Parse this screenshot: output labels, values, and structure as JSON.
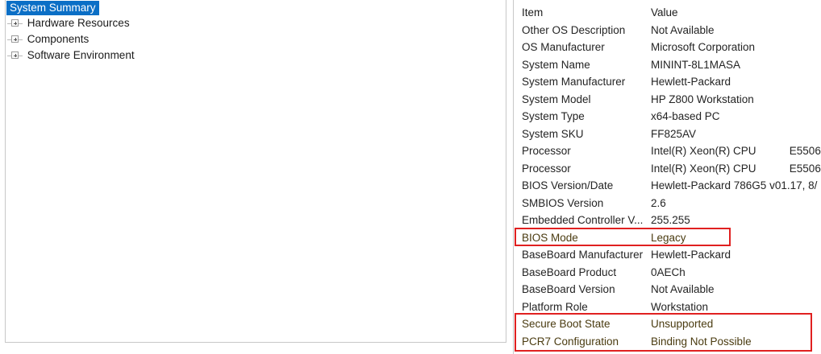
{
  "tree": {
    "root": {
      "label": "System Summary",
      "selected": true
    },
    "items": [
      {
        "label": "Hardware Resources",
        "expander": "plus-icon"
      },
      {
        "label": "Components",
        "expander": "plus-icon"
      },
      {
        "label": "Software Environment",
        "expander": "plus-icon"
      }
    ]
  },
  "details": {
    "columns": {
      "item": "Item",
      "value": "Value"
    },
    "rows": [
      {
        "item": "Other OS Description",
        "value": "Not Available"
      },
      {
        "item": "OS Manufacturer",
        "value": "Microsoft Corporation"
      },
      {
        "item": "System Name",
        "value": "MININT-8L1MASA"
      },
      {
        "item": "System Manufacturer",
        "value": "Hewlett-Packard"
      },
      {
        "item": "System Model",
        "value": "HP Z800 Workstation"
      },
      {
        "item": "System Type",
        "value": "x64-based PC"
      },
      {
        "item": "System SKU",
        "value": "FF825AV"
      },
      {
        "item": "Processor",
        "value": "Intel(R) Xeon(R) CPU           E5506"
      },
      {
        "item": "Processor",
        "value": "Intel(R) Xeon(R) CPU           E5506"
      },
      {
        "item": "BIOS Version/Date",
        "value": "Hewlett-Packard 786G5 v01.17, 8/"
      },
      {
        "item": "SMBIOS Version",
        "value": "2.6"
      },
      {
        "item": "Embedded Controller V...",
        "value": "255.255"
      },
      {
        "item": "BIOS Mode",
        "value": "Legacy",
        "highlighted": true
      },
      {
        "item": "BaseBoard Manufacturer",
        "value": "Hewlett-Packard"
      },
      {
        "item": "BaseBoard Product",
        "value": "0AECh"
      },
      {
        "item": "BaseBoard Version",
        "value": "Not Available"
      },
      {
        "item": "Platform Role",
        "value": "Workstation"
      },
      {
        "item": "Secure Boot State",
        "value": "Unsupported",
        "highlighted": true
      },
      {
        "item": "PCR7 Configuration",
        "value": "Binding Not Possible",
        "highlighted": true
      }
    ]
  },
  "annotations": {
    "color": "#e02020",
    "boxes": [
      {
        "name": "bios-mode-highlight"
      },
      {
        "name": "secure-boot-highlight"
      }
    ]
  },
  "colors": {
    "selection": "#0b6fc6",
    "selection_text": "#ffffff",
    "text": "#242424",
    "highlight_text": "#4a3b10",
    "border": "#c8c8c8",
    "background": "#ffffff"
  }
}
